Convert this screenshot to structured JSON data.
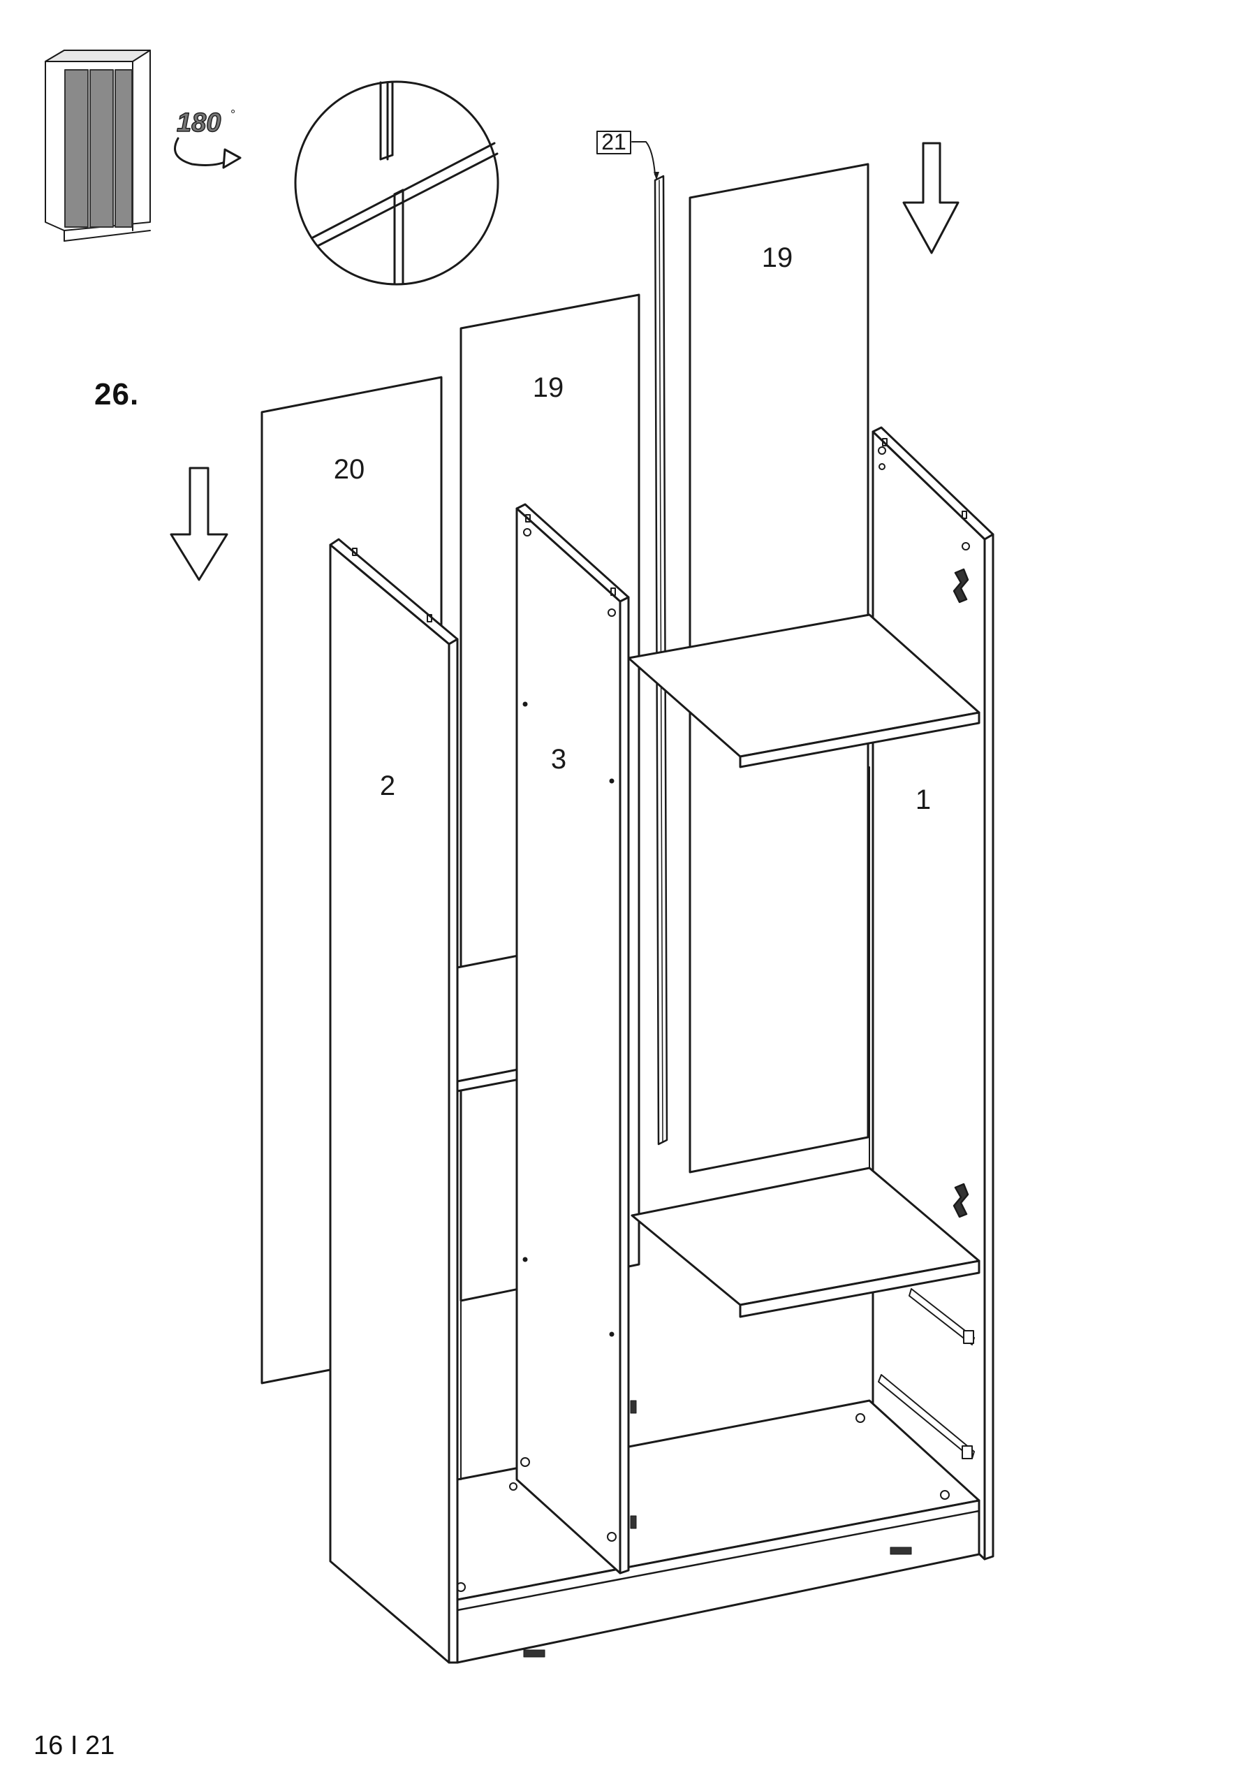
{
  "step": {
    "number": "26."
  },
  "rotation": {
    "label": "180",
    "unit": "°"
  },
  "parts": {
    "p20": "20",
    "p19_left": "19",
    "p19_right": "19",
    "p21": "21",
    "p2": "2",
    "p3": "3",
    "p1": "1"
  },
  "page": {
    "number": "16 I 21"
  }
}
